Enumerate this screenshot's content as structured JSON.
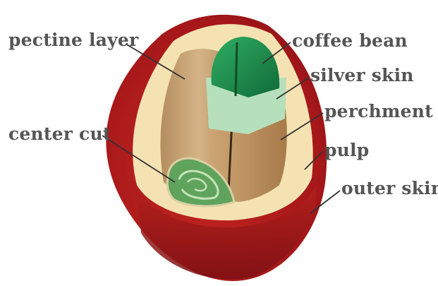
{
  "labels": {
    "pectine_layer": "pectine layer",
    "center_cut": "center cut",
    "coffee_bean": "coffee bean",
    "silver_skin": "silver skin",
    "perchment": "perchment",
    "pulp": "pulp",
    "outer_skin": "outer skin"
  },
  "colors": {
    "outer_skin": "#a5171a",
    "pulp": "#f4e2b2",
    "pectine_layer": "#c7a173",
    "perchment": "#b98e5c",
    "silver_skin": "#b6e0bc",
    "coffee_bean": "#1f8a4f",
    "center_cut": "#5fa35d",
    "label_text": "#555555"
  }
}
